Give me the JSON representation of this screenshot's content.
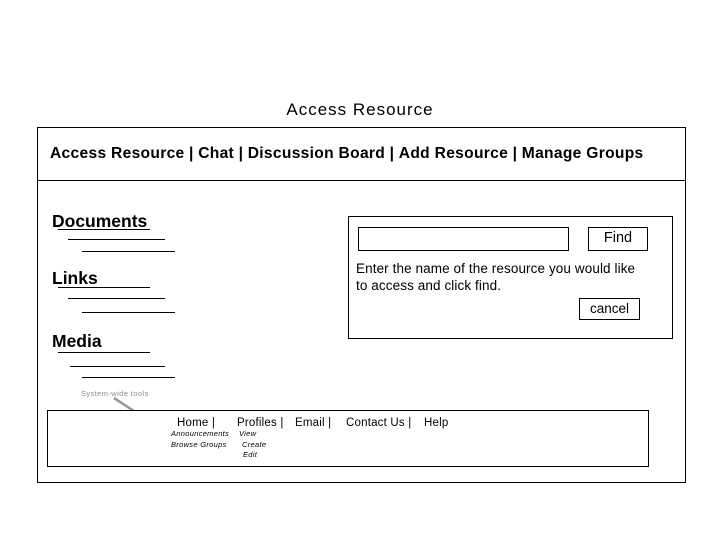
{
  "page": {
    "title": "Access Resource"
  },
  "colors": {
    "border": "#000000",
    "caption_gray": "#8c8c8c",
    "arrow_gray": "#9a9a9a"
  },
  "nav": {
    "separator": "|",
    "items": [
      "Access Resource",
      "Chat",
      "Discussion Board",
      "Add Resource",
      "Manage Groups"
    ]
  },
  "sections": [
    {
      "label": "Documents"
    },
    {
      "label": "Links"
    },
    {
      "label": "Media"
    }
  ],
  "find_panel": {
    "input_value": "",
    "find_label": "Find",
    "instructions_line1": "Enter the name of the resource you would like",
    "instructions_line2": "to access and click find.",
    "cancel_label": "cancel"
  },
  "system_tools": {
    "caption": "System-wide tools"
  },
  "bottom_bar": {
    "items": [
      {
        "label": "Home |",
        "sub": [
          "Announcements",
          "Browse Groups"
        ]
      },
      {
        "label": "Profiles |",
        "sub": [
          "View",
          "Create",
          "Edit"
        ]
      },
      {
        "label": "Email |",
        "sub": []
      },
      {
        "label": "Contact Us |",
        "sub": []
      },
      {
        "label": "Help",
        "sub": []
      }
    ]
  }
}
